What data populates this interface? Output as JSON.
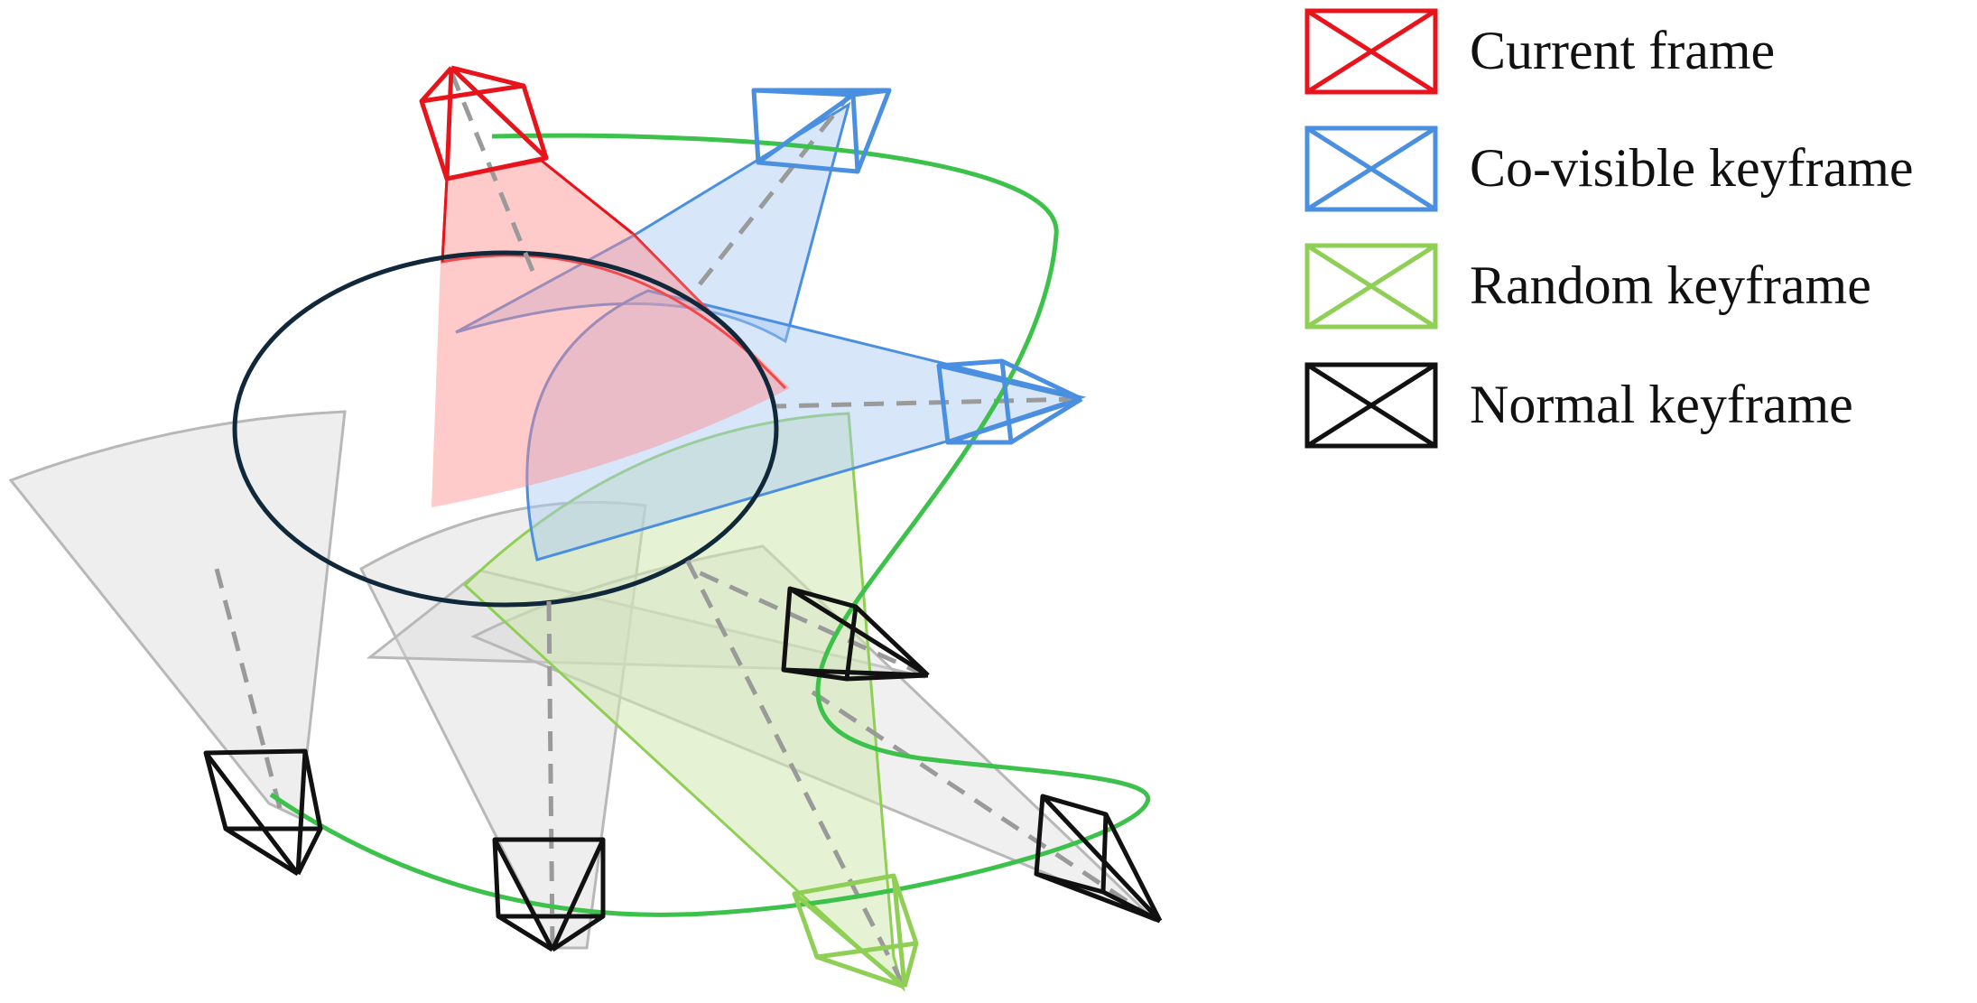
{
  "legend": {
    "items": [
      {
        "label": "Current frame",
        "color": "#e8141c"
      },
      {
        "label": "Co-visible keyframe",
        "color": "#4a8fe0"
      },
      {
        "label": "Random keyframe",
        "color": "#8fcf55"
      },
      {
        "label": "Normal keyframe",
        "color": "#111111"
      }
    ]
  },
  "colors": {
    "trajectory": "#3cc24a",
    "view_ray": "#9a9a9a",
    "frustum_fill_red": "#ff8a8a",
    "frustum_fill_blue": "#a9c8f5",
    "frustum_fill_green": "#cfeab0",
    "frustum_fill_gray": "#d9d9d9",
    "ellipse_stroke": "#10283a"
  }
}
